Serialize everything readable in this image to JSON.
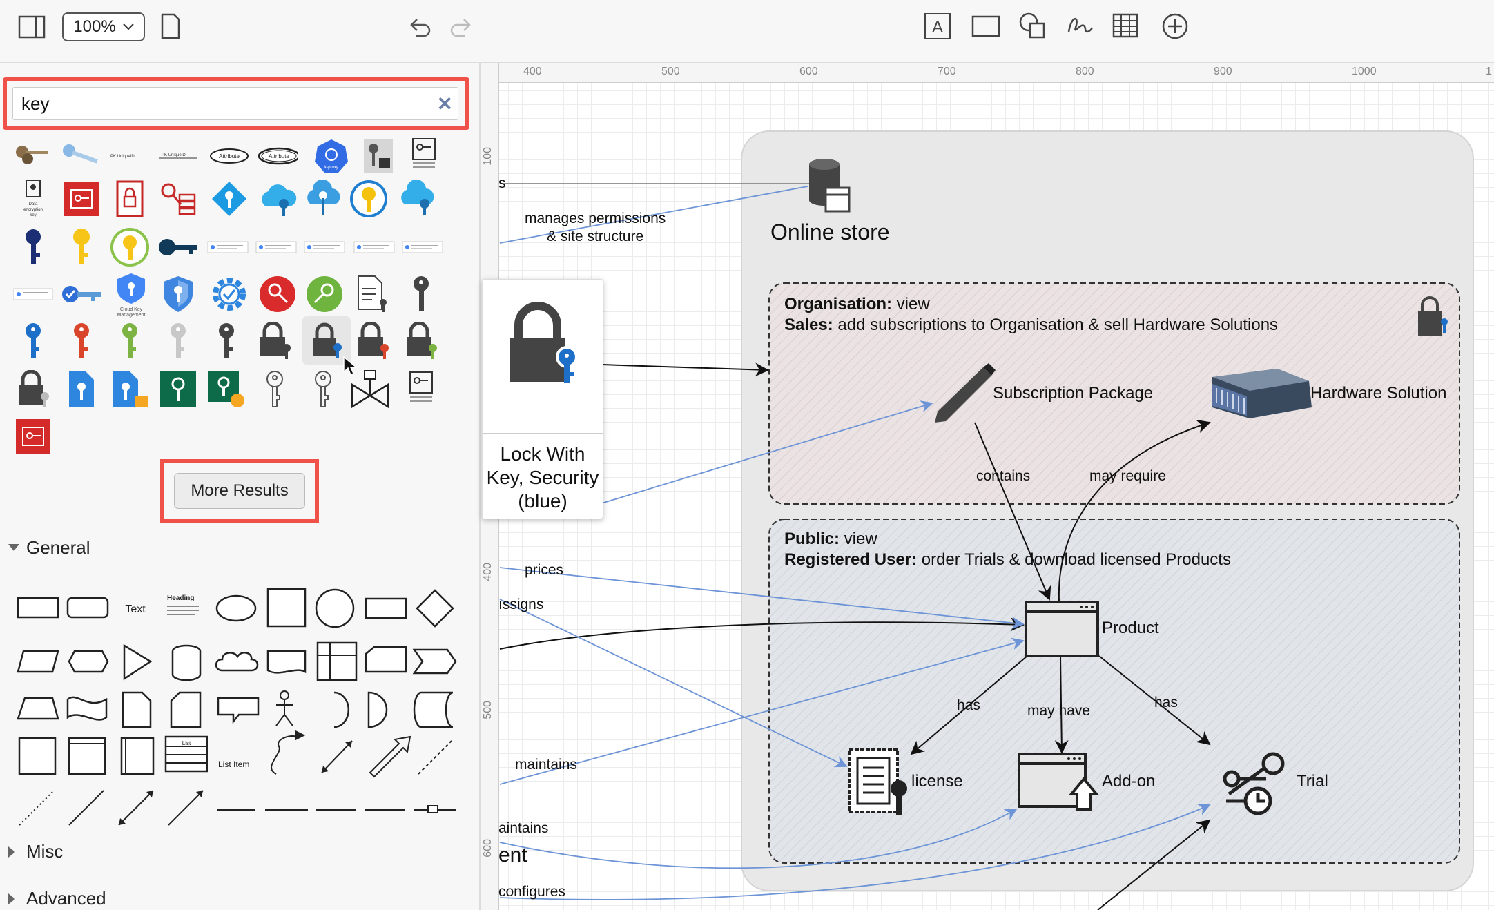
{
  "toolbar": {
    "zoom": "100%",
    "icons": [
      "sidebar-toggle-icon",
      "page-icon",
      "undo-icon",
      "redo-icon",
      "text-icon",
      "rectangle-icon",
      "shapes-icon",
      "freehand-icon",
      "table-icon",
      "insert-icon"
    ]
  },
  "search": {
    "value": "key",
    "clear": "✕"
  },
  "more_results": "More Results",
  "sections": {
    "general": "General",
    "misc": "Misc",
    "advanced": "Advanced"
  },
  "general_shapes": {
    "text": "Text",
    "heading": "Heading",
    "list_item": "List Item",
    "list": "List"
  },
  "small_labels": {
    "attribute": "Attribute",
    "cloud_key_management": "Cloud Key Management",
    "data_encryption_key": "Data encryption key",
    "pk_unique": "PK UniqueID",
    "kproxy": "k-proxy"
  },
  "ruler": {
    "top": [
      "400",
      "500",
      "600",
      "700",
      "800",
      "900",
      "1000",
      "1"
    ],
    "left": [
      "100",
      "400",
      "500",
      "600"
    ]
  },
  "tooltip": {
    "label": "Lock With Key, Security (blue)"
  },
  "diagram": {
    "online_store": "Online store",
    "org_box": {
      "line1_bold": "Organisation:",
      "line1_rest": " view",
      "line2_bold": "Sales:",
      "line2_rest": " add subscriptions to Organisation & sell Hardware Solutions"
    },
    "public_box": {
      "line1_bold": "Public:",
      "line1_rest": " view",
      "line2_bold": "Registered User:",
      "line2_rest": " order Trials & download licensed Products"
    },
    "nodes": {
      "subscription": "Subscription Package",
      "hardware": "Hardware Solution",
      "product": "Product",
      "license": "license",
      "addon": "Add-on",
      "trial": "Trial"
    },
    "edges": {
      "contains": "contains",
      "may_require": "may require",
      "has1": "has",
      "may_have": "may have",
      "has2": "has",
      "manages": "manages permissions\n& site structure",
      "prices": "prices",
      "assigns": "ıssigns",
      "maintains": "maintains",
      "aintains": "aintains",
      "ent": "ent",
      "configures": "configures",
      "s": "s"
    }
  }
}
